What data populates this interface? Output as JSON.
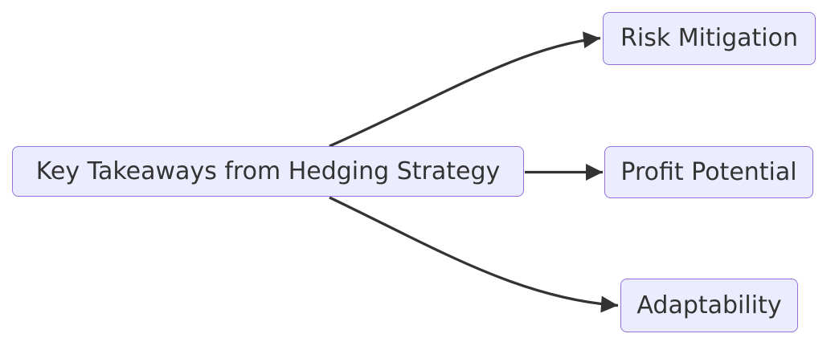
{
  "diagram": {
    "type": "flowchart-left-to-right",
    "root": {
      "label": "Key Takeaways from Hedging Strategy"
    },
    "children": [
      {
        "label": "Risk Mitigation"
      },
      {
        "label": "Profit Potential"
      },
      {
        "label": "Adaptability"
      }
    ],
    "edges": [
      {
        "from": "Key Takeaways from Hedging Strategy",
        "to": "Risk Mitigation"
      },
      {
        "from": "Key Takeaways from Hedging Strategy",
        "to": "Profit Potential"
      },
      {
        "from": "Key Takeaways from Hedging Strategy",
        "to": "Adaptability"
      }
    ],
    "colors": {
      "background": "#FFFFFF",
      "node_fill": "#ECECFF",
      "node_border": "#9370DB",
      "edge": "#333333",
      "text": "#333333"
    }
  }
}
